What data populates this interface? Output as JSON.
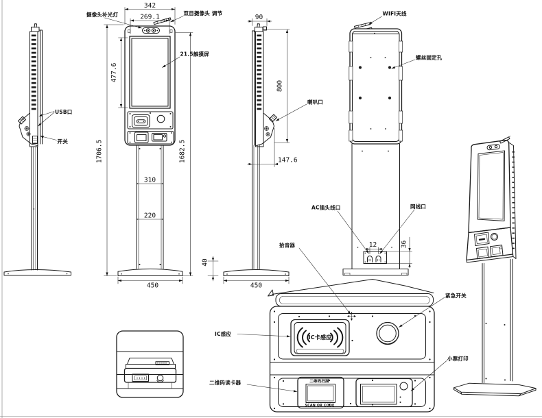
{
  "labels": {
    "camera_fill_light": "摄像头补光灯",
    "binocular_camera": "双目摄像头  调节",
    "touch_screen": "21.5触摸屏",
    "usb_port": "USB口",
    "power_switch": "开关",
    "speaker_port": "喇叭口",
    "wifi_antenna": "WIFI天线",
    "screw_fix_holes": "螺丝固定孔",
    "ac_plug_port": "AC插头线口",
    "lan_port": "网线口",
    "sound_pickup": "拾音器",
    "ic_sensing": "IC感应",
    "emergency_switch": "紧急开关",
    "qr_code_reader": "二维码读卡器",
    "receipt_printing": "小票打印"
  },
  "panel_texts": {
    "ic_card_area": "IC卡感应",
    "qr_title": "二维码扫描",
    "qr_subtitle": "SCAN QR CODE"
  },
  "dimensions": {
    "front": {
      "top_width": "342",
      "screen_width": "269.1",
      "screen_height": "477.6",
      "total_height": "1706.5",
      "body_height": "1682.5",
      "column_upper_span": "310",
      "column_lower_span": "220",
      "base_width": "450"
    },
    "side": {
      "top_depth": "90",
      "head_height": "800",
      "head_depth": "147.6",
      "base_height": "40",
      "base_width": "450"
    },
    "back": {
      "port_spacing": "12",
      "port_box_height": "36"
    }
  }
}
